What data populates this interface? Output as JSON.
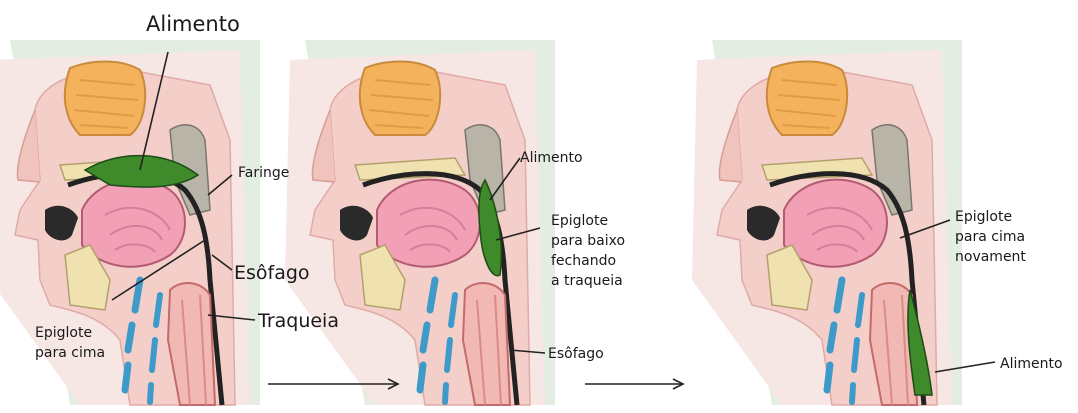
{
  "panel1": {
    "alimento": "Alimento",
    "faringe": "Faringe",
    "esofago": "Esôfago",
    "traqueia": "Traqueia",
    "epiglote_line1": "Epiglote",
    "epiglote_line2": "para cima"
  },
  "panel2": {
    "alimento": "Alimento",
    "epiglote_line1": "Epiglote",
    "epiglote_line2": "para baixo",
    "epiglote_line3": "fechando",
    "epiglote_line4": "a traqueia",
    "esofago": "Esôfago"
  },
  "panel3": {
    "epiglote_line1": "Epiglote",
    "epiglote_line2": "para cima",
    "epiglote_line3": "novament",
    "alimento": "Alimento"
  }
}
